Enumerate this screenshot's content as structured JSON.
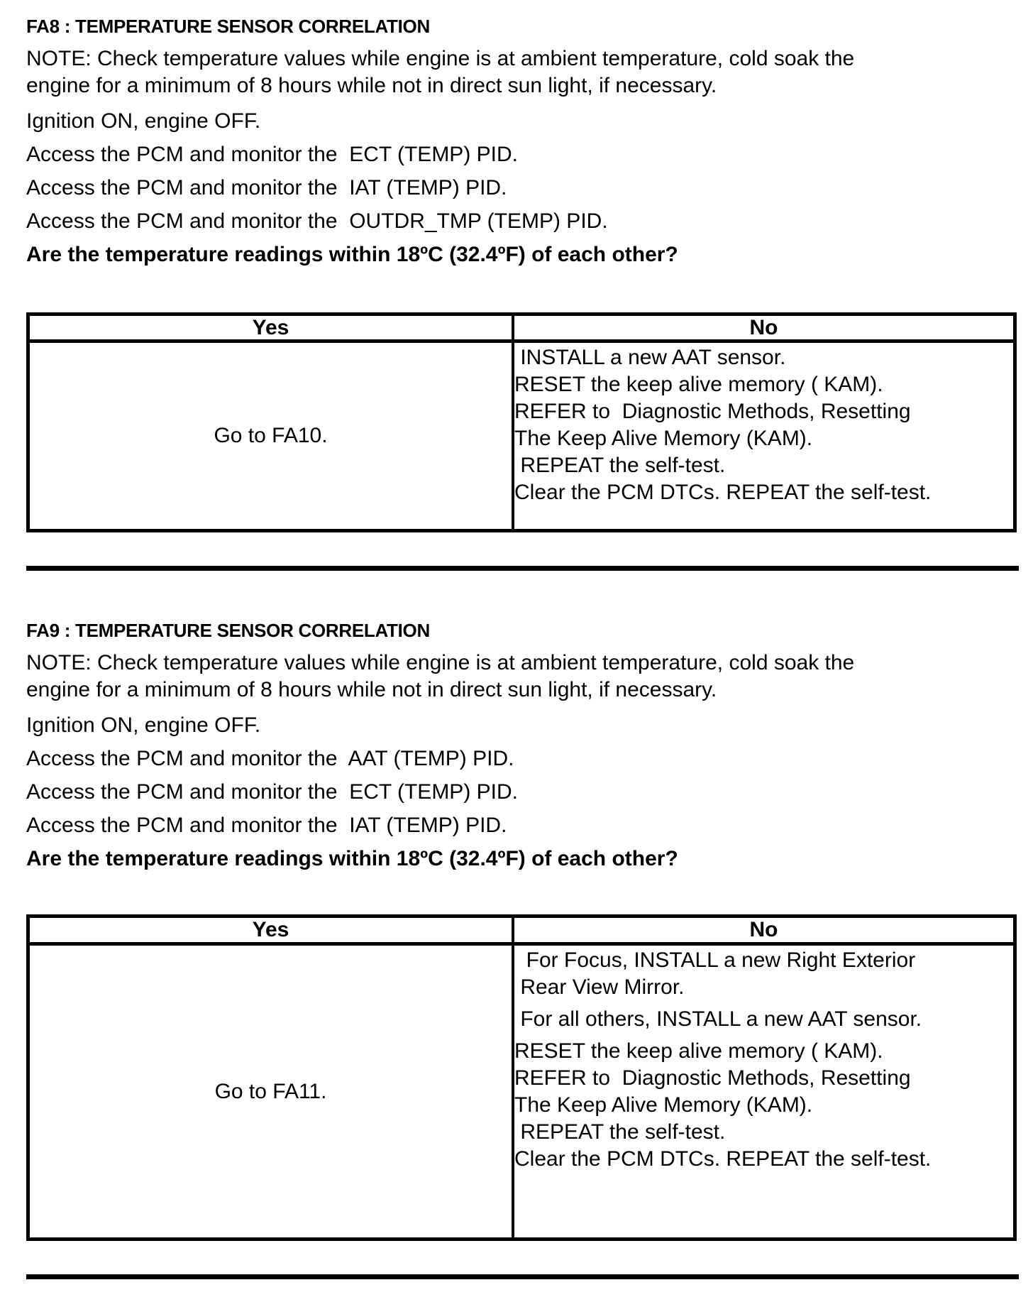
{
  "sections": [
    {
      "id": "FA8",
      "heading": "FA8 : TEMPERATURE SENSOR CORRELATION",
      "note": "NOTE: Check temperature values while engine is at ambient temperature, cold soak the\nengine for a minimum of 8 hours while not in direct sun light, if necessary.",
      "steps": [
        "Ignition ON, engine OFF.",
        "Access the PCM and monitor the  ECT (TEMP) PID.",
        "Access the PCM and monitor the  IAT (TEMP) PID.",
        "Access the PCM and monitor the  OUTDR_TMP (TEMP) PID."
      ],
      "question": "Are the temperature readings within 18ºC (32.4ºF) of each other?",
      "table": {
        "yes_header": "Yes",
        "no_header": "No",
        "yes_action": "Go to FA10.",
        "no_actions": [
          [
            " INSTALL a new AAT sensor.",
            "RESET the keep alive memory ( KAM).",
            "REFER to  Diagnostic Methods, Resetting",
            "The Keep Alive Memory (KAM).",
            " REPEAT the self-test.",
            "Clear the PCM DTCs. REPEAT the self-test."
          ]
        ]
      }
    },
    {
      "id": "FA9",
      "heading": "FA9 : TEMPERATURE SENSOR CORRELATION",
      "note": "NOTE: Check temperature values while engine is at ambient temperature, cold soak the\nengine for a minimum of 8 hours while not in direct sun light, if necessary.",
      "steps": [
        "Ignition ON, engine OFF.",
        "Access the PCM and monitor the  AAT (TEMP) PID.",
        "Access the PCM and monitor the  ECT (TEMP) PID.",
        "Access the PCM and monitor the  IAT (TEMP) PID."
      ],
      "question": "Are the temperature readings within 18ºC (32.4ºF) of each other?",
      "table": {
        "yes_header": "Yes",
        "no_header": "No",
        "yes_action": "Go to FA11.",
        "no_actions": [
          [
            "  For Focus, INSTALL a new Right Exterior",
            " Rear View Mirror."
          ],
          [
            " For all others, INSTALL a new AAT sensor."
          ],
          [
            "RESET the keep alive memory ( KAM).",
            "REFER to  Diagnostic Methods, Resetting",
            "The Keep Alive Memory (KAM).",
            " REPEAT the self-test.",
            "Clear the PCM DTCs. REPEAT the self-test."
          ]
        ]
      }
    }
  ]
}
